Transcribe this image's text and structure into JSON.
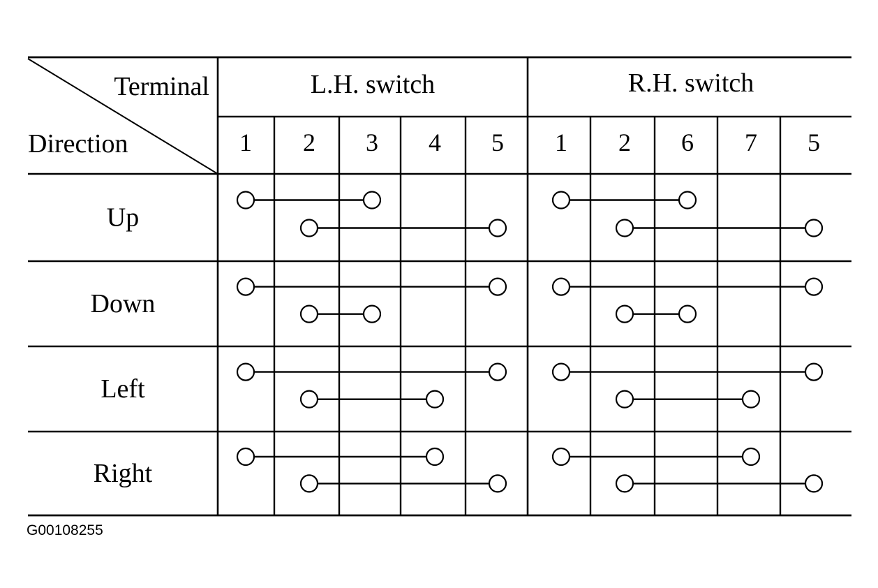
{
  "header": {
    "terminal_label": "Terminal",
    "direction_label": "Direction"
  },
  "groups": [
    {
      "label": "L.H. switch",
      "terminals": [
        "1",
        "2",
        "3",
        "4",
        "5"
      ],
      "rows": [
        {
          "direction": "Up",
          "connections": [
            [
              "1",
              "3"
            ],
            [
              "2",
              "5"
            ]
          ]
        },
        {
          "direction": "Down",
          "connections": [
            [
              "1",
              "5"
            ],
            [
              "2",
              "3"
            ]
          ]
        },
        {
          "direction": "Left",
          "connections": [
            [
              "1",
              "5"
            ],
            [
              "2",
              "4"
            ]
          ]
        },
        {
          "direction": "Right",
          "connections": [
            [
              "1",
              "4"
            ],
            [
              "2",
              "5"
            ]
          ]
        }
      ]
    },
    {
      "label": "R.H. switch",
      "terminals": [
        "1",
        "2",
        "6",
        "7",
        "5"
      ],
      "rows": [
        {
          "direction": "Up",
          "connections": [
            [
              "1",
              "6"
            ],
            [
              "2",
              "5"
            ]
          ]
        },
        {
          "direction": "Down",
          "connections": [
            [
              "1",
              "5"
            ],
            [
              "2",
              "6"
            ]
          ]
        },
        {
          "direction": "Left",
          "connections": [
            [
              "1",
              "5"
            ],
            [
              "2",
              "7"
            ]
          ]
        },
        {
          "direction": "Right",
          "connections": [
            [
              "1",
              "7"
            ],
            [
              "2",
              "5"
            ]
          ]
        }
      ]
    }
  ],
  "directions": [
    "Up",
    "Down",
    "Left",
    "Right"
  ],
  "figure_code": "G00108255"
}
